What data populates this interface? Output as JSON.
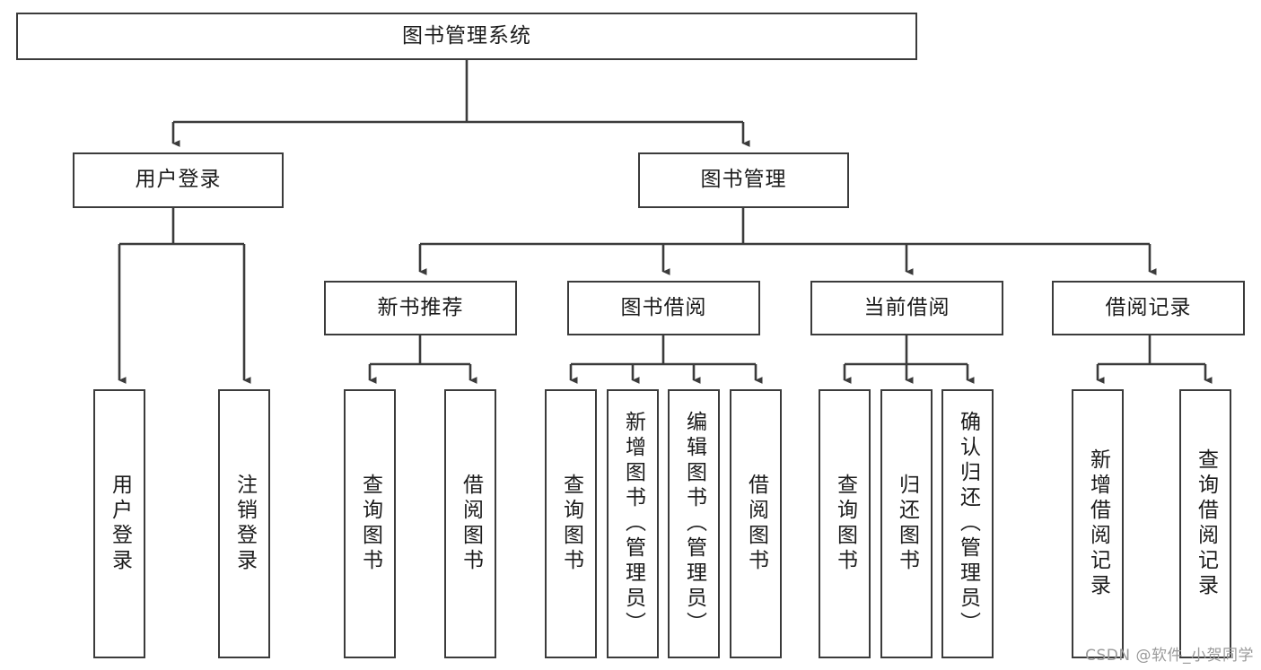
{
  "diagram": {
    "title_node": {
      "label": "图书管理系统"
    },
    "level2": [
      {
        "label": "用户登录"
      },
      {
        "label": "图书管理"
      }
    ],
    "level3": [
      {
        "label": "新书推荐"
      },
      {
        "label": "图书借阅"
      },
      {
        "label": "当前借阅"
      },
      {
        "label": "借阅记录"
      }
    ],
    "leaves": {
      "user_login": [
        {
          "label": "用户登录"
        },
        {
          "label": "注销登录"
        }
      ],
      "new_book_recommend": [
        {
          "label": "查询图书"
        },
        {
          "label": "借阅图书"
        }
      ],
      "book_borrow": [
        {
          "label": "查询图书"
        },
        {
          "label": "新增图书（管理员）"
        },
        {
          "label": "编辑图书（管理员）"
        },
        {
          "label": "借阅图书"
        }
      ],
      "current_borrow": [
        {
          "label": "查询图书"
        },
        {
          "label": "归还图书"
        },
        {
          "label": "确认归还（管理员）"
        }
      ],
      "borrow_record": [
        {
          "label": "新增借阅记录"
        },
        {
          "label": "查询借阅记录"
        }
      ]
    }
  },
  "watermark": {
    "text": "CSDN @软件_小贺同学"
  },
  "colors": {
    "stroke": "#3b3b3b",
    "text": "#1c1c1c",
    "background": "#ffffff",
    "watermark": "#9a9a9a"
  }
}
